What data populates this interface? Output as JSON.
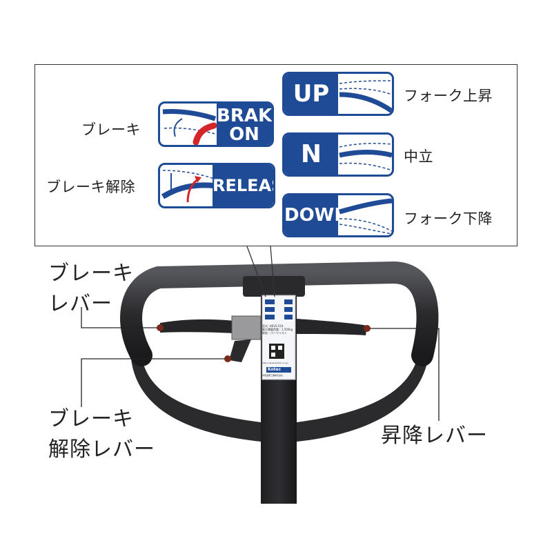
{
  "legend": {
    "brake": {
      "label": "ブレーキ",
      "title_line1": "BRAKE",
      "title_line2": "ON"
    },
    "release": {
      "label": "ブレーキ解除",
      "title": "RELEASE"
    },
    "up": {
      "label": "フォーク上昇",
      "title": "UP"
    },
    "neutral": {
      "label": "中立",
      "title": "N"
    },
    "down": {
      "label": "フォーク下降",
      "title": "DOWN"
    }
  },
  "callouts": {
    "brake_lever_line1": "ブレーキ",
    "brake_lever_line2": "レバー",
    "release_lever_line1": "ブレーキ",
    "release_lever_line2": "解除レバー",
    "lift_lever": "昇降レバー"
  },
  "sticker": {
    "model_line": "型式 :HEVS-S18",
    "capacity_line": "最大積載荷重 : 1,500kg",
    "parts_line": "取扱・パーツリスト",
    "url": "https://www.kohtec.co.jp/",
    "brand": "Kotec",
    "company": "中西金属工業株式会社"
  },
  "colors": {
    "badge_blue": "#1f4b96",
    "arrow_red": "#d4252a",
    "handle_black": "#2b2b2e"
  }
}
